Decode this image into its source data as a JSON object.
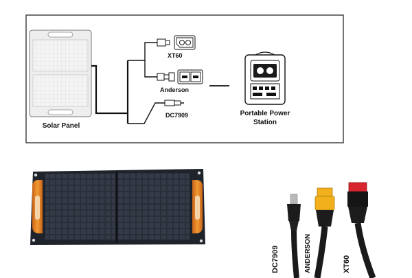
{
  "diagram": {
    "solar_panel_label": "Solar Panel",
    "connectors": {
      "xt60": "XT60",
      "anderson": "Anderson",
      "dc7909": "DC7909"
    },
    "station_label_line1": "Portable Power",
    "station_label_line2": "Station"
  },
  "cables": {
    "dc7909": "DC7909",
    "anderson": "ANDERSON",
    "xt60": "XT60"
  },
  "colors": {
    "panel_dark": "#2a2e36",
    "panel_accent": "#f0922a",
    "anderson_red": "#d8262f",
    "xt60_yellow": "#f2b11c"
  }
}
